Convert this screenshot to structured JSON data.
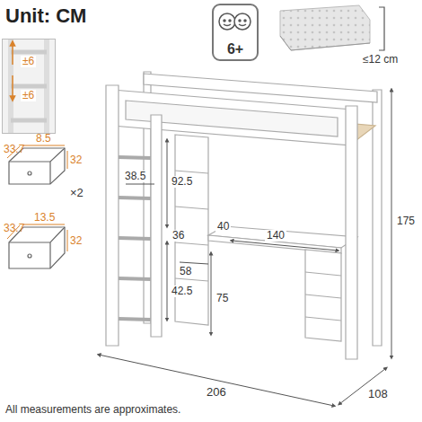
{
  "diagram": {
    "title": "Unit: CM",
    "nodes": [
      {
        "text": [
          "6+"
        ]
      },
      {
        "text": [
          "±6",
          "±6"
        ]
      }
    ],
    "labels": [
      "≤12 cm",
      "8.5",
      "33.7",
      "32",
      "×2",
      "13.5",
      "33.7",
      "32",
      "38.5",
      "92.5",
      "36",
      "58",
      "42.5",
      "40",
      "140",
      "75",
      "175",
      "206",
      "108",
      "All measurements are approximates."
    ]
  }
}
